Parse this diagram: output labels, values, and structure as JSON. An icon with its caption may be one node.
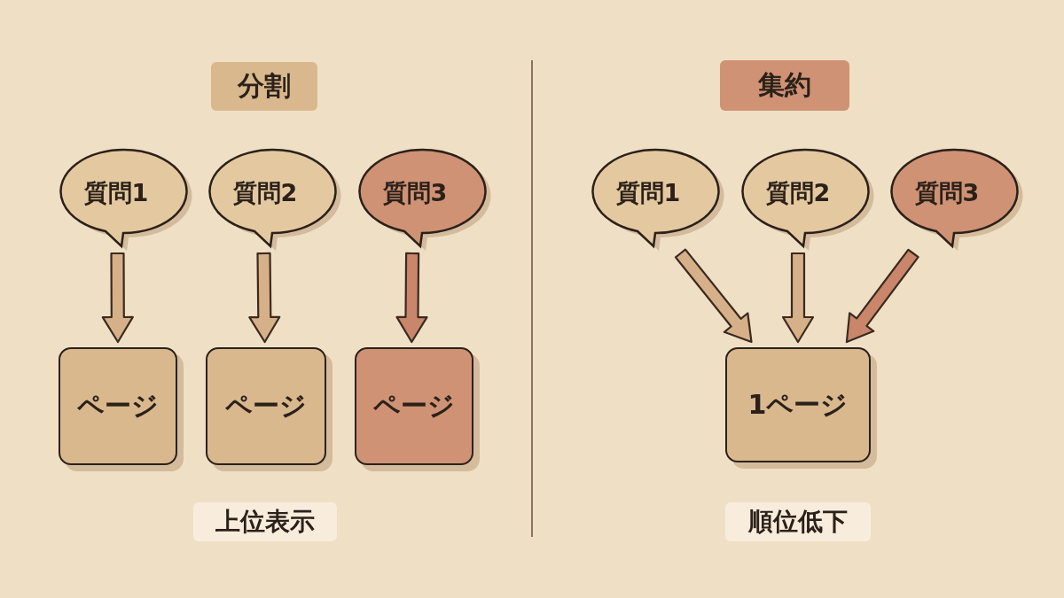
{
  "diagram": {
    "nodes": [
      {
        "text": [
          "分割"
        ]
      },
      {
        "text": [
          "質問1"
        ]
      },
      {
        "text": [
          "質問2"
        ]
      },
      {
        "text": [
          "質問3"
        ]
      },
      {
        "text": [
          "ページ"
        ]
      },
      {
        "text": [
          "ページ"
        ]
      },
      {
        "text": [
          "ページ"
        ]
      },
      {
        "text": [
          "上位表示"
        ]
      },
      {
        "text": [
          "集約"
        ]
      },
      {
        "text": [
          "質問1"
        ]
      },
      {
        "text": [
          "質問2"
        ]
      },
      {
        "text": [
          "質問3"
        ]
      },
      {
        "text": [
          "1ページ"
        ]
      },
      {
        "text": [
          "順位低下"
        ]
      }
    ],
    "edges": [
      {
        "from": 1,
        "to": 4,
        "arrow": "to"
      },
      {
        "from": 2,
        "to": 5,
        "arrow": "to"
      },
      {
        "from": 3,
        "to": 6,
        "arrow": "to",
        "color": "#c9866a"
      },
      {
        "from": 9,
        "to": 12,
        "arrow": "to"
      },
      {
        "from": 10,
        "to": 12,
        "arrow": "to"
      },
      {
        "from": 11,
        "to": 12,
        "arrow": "to",
        "color": "#c9866a"
      }
    ]
  }
}
